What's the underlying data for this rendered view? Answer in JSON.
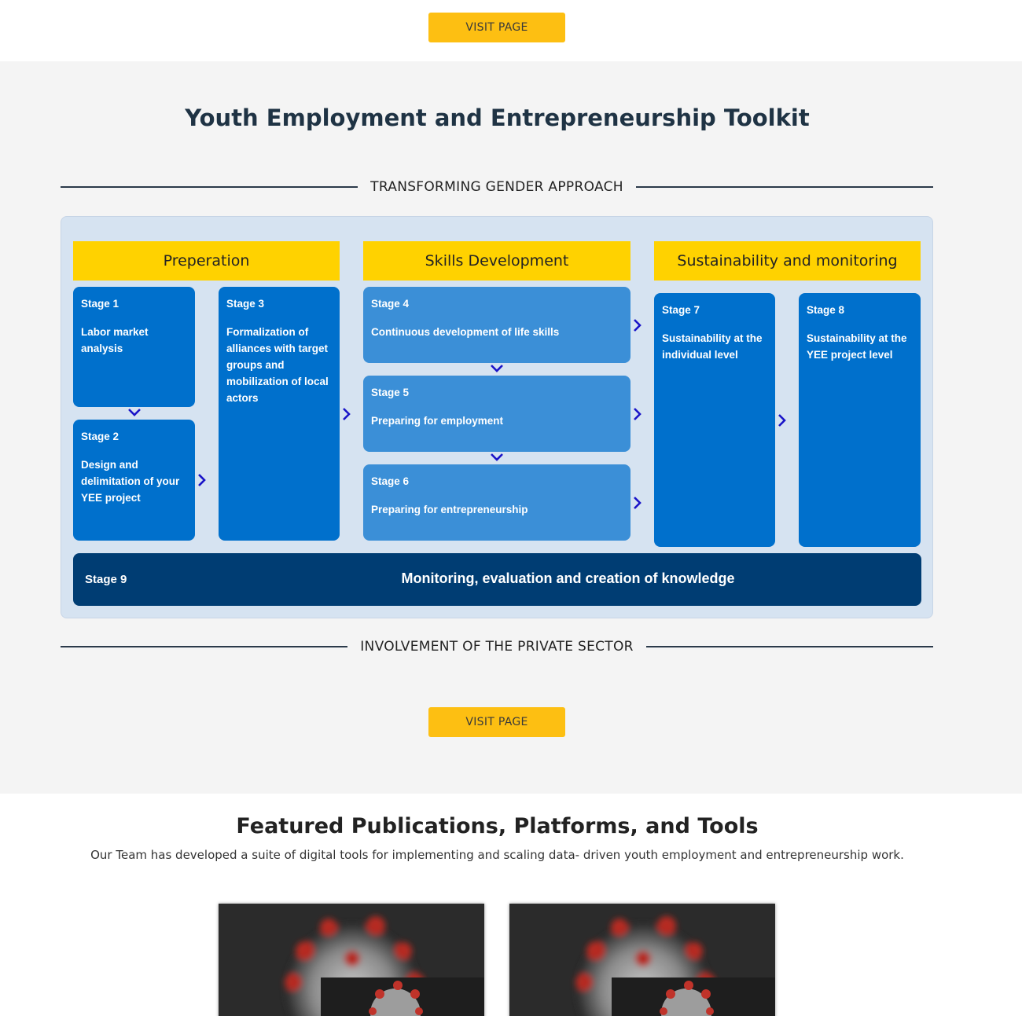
{
  "top": {
    "visit_label": "VISIT PAGE"
  },
  "toolkit": {
    "title": "Youth Employment and Entrepreneurship Toolkit",
    "top_divider": "TRANSFORMING GENDER APPROACH",
    "bottom_divider": "INVOLVEMENT OF THE PRIVATE SECTOR",
    "visit_label": "VISIT PAGE",
    "phases": [
      "Preperation",
      "Skills Development",
      "Sustainability and monitoring"
    ],
    "stages": [
      {
        "label": "Stage 1",
        "desc": "Labor market analysis"
      },
      {
        "label": "Stage 2",
        "desc": "Design and delimitation of your YEE project"
      },
      {
        "label": "Stage 3",
        "desc": "Formalization of alliances with target groups and mobilization of local actors"
      },
      {
        "label": "Stage 4",
        "desc": "Continuous development of life skills"
      },
      {
        "label": "Stage 5",
        "desc": "Preparing for employment"
      },
      {
        "label": "Stage 6",
        "desc": "Preparing for entrepreneurship"
      },
      {
        "label": "Stage 7",
        "desc": "Sustainability at the individual level"
      },
      {
        "label": "Stage 8",
        "desc": "Sustainability at the YEE project level"
      },
      {
        "label": "Stage 9",
        "desc": "Monitoring, evaluation and creation of knowledge"
      }
    ],
    "colors": {
      "phase": "#ffd200",
      "card_dark": "#0070cc",
      "card_light": "#3b8fd7",
      "stage9": "#003d73",
      "arrow": "#1a14c8",
      "button": "#fdbf12"
    }
  },
  "featured": {
    "title": "Featured Publications, Platforms, and Tools",
    "subtitle": "Our Team has developed a suite of digital tools for implementing and scaling data- driven youth employment and entrepreneurship work."
  }
}
